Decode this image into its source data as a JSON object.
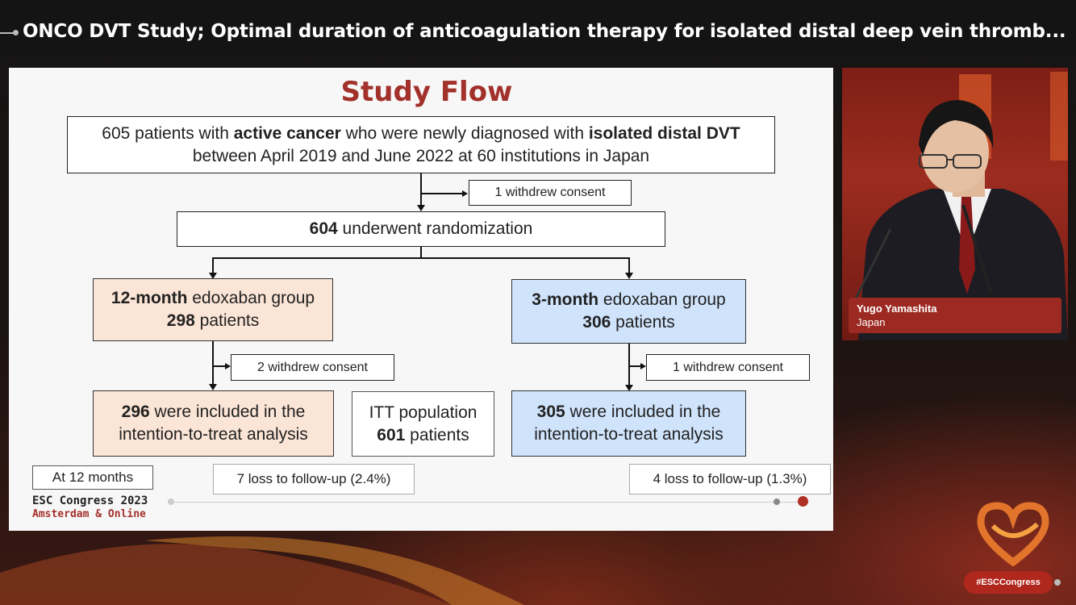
{
  "header": {
    "title": "ONCO DVT Study; Optimal duration of anticoagulation therapy for isolated distal deep vein thromb..."
  },
  "slide": {
    "title": "Study Flow",
    "top_box": {
      "line1_a": "605 patients with ",
      "line1_b": "active cancer",
      "line1_c": " who were newly diagnosed with ",
      "line1_d": "isolated distal DVT",
      "line2": "between April 2019 and June 2022 at 60 institutions in Japan"
    },
    "withdrew_1": "1 withdrew consent",
    "randomization": {
      "number": "604",
      "text": " underwent randomization"
    },
    "group_12": {
      "bold": "12-month",
      "text": " edoxaban group",
      "count": "298",
      "count_text": " patients"
    },
    "group_3": {
      "bold": "3-month",
      "text": " edoxaban group",
      "count": "306",
      "count_text": " patients"
    },
    "withdrew_left": "2 withdrew consent",
    "withdrew_right": "1 withdrew consent",
    "itt_left": {
      "number": "296",
      "text1": " were included in the",
      "text2": "intention-to-treat analysis"
    },
    "itt_right": {
      "number": "305",
      "text1": " were included in the",
      "text2": "intention-to-treat analysis"
    },
    "itt_population": {
      "line1": "ITT population",
      "number": "601",
      "text": " patients"
    },
    "at_12_months": "At 12 months",
    "loss_left": "7 loss to follow-up (2.4%)",
    "loss_right": "4 loss to follow-up (1.3%)",
    "footer": {
      "congress": "ESC Congress 2023",
      "location": "Amsterdam & Online"
    }
  },
  "speaker": {
    "name": "Yugo Yamashita",
    "country": "Japan"
  },
  "hashtag": "#ESCCongress",
  "colors": {
    "accent_red": "#a3312b",
    "peach": "#fbe5d6",
    "blue": "#cfe3fb"
  }
}
